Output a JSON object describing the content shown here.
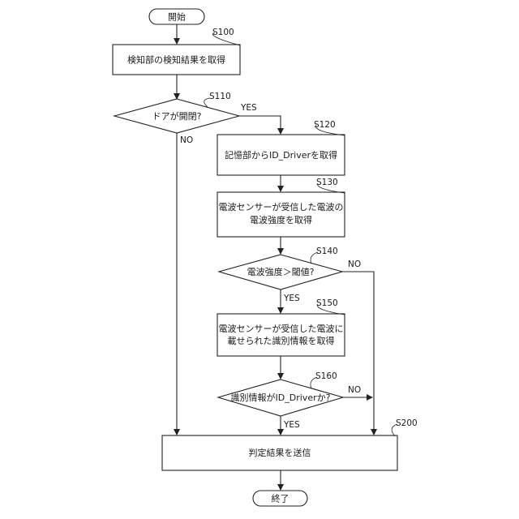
{
  "nodes": {
    "start": "開始",
    "s100": "検知部の検知結果を取得",
    "s110": "ドアが開閉?",
    "s120": "記憶部からID_Driverを取得",
    "s130_line1": "電波センサーが受信した電波の",
    "s130_line2": "電波強度を取得",
    "s140": "電波強度＞閾値?",
    "s150_line1": "電波センサーが受信した電波に",
    "s150_line2": "載せられた識別情報を取得",
    "s160": "識別情報がID_Driverか?",
    "s200": "判定結果を送信",
    "end": "終了"
  },
  "step_labels": {
    "s100": "S100",
    "s110": "S110",
    "s120": "S120",
    "s130": "S130",
    "s140": "S140",
    "s150": "S150",
    "s160": "S160",
    "s200": "S200"
  },
  "branch_labels": {
    "s110_yes": "YES",
    "s110_no": "NO",
    "s140_yes": "YES",
    "s140_no": "NO",
    "s160_yes": "YES",
    "s160_no": "NO"
  }
}
